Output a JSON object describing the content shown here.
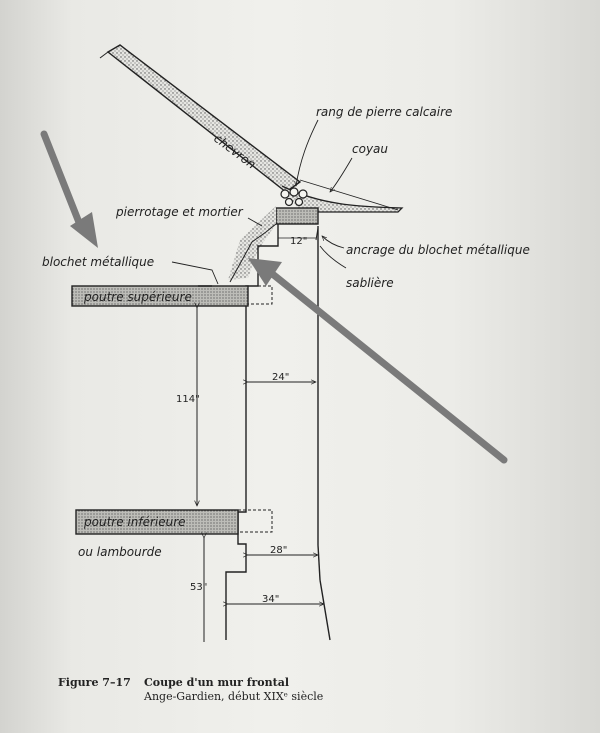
{
  "labels": {
    "chevron": "chevron",
    "rang_de_pierre": "rang de pierre calcaire",
    "coyau": "coyau",
    "pierrotage": "pierrotage et mortier",
    "blochet": "blochet métallique",
    "ancrage": "ancrage du blochet métallique",
    "sabliere": "sablière",
    "poutre_superieure": "poutre supérieure",
    "poutre_inferieure": "poutre inférieure",
    "lambourde": "ou lambourde"
  },
  "dimensions": {
    "d12": "12\"",
    "d24": "24\"",
    "d114": "114\"",
    "d28": "28\"",
    "d53": "53\"",
    "d34": "34\""
  },
  "caption": {
    "number": "Figure 7–17",
    "title": "Coupe d'un mur frontal",
    "subtitle": "Ange-Gardien, début XIXᵉ siècle"
  },
  "colors": {
    "ink": "#222222",
    "arrow": "#7a7a7a",
    "fill_stipple": "#c9c9c4"
  }
}
